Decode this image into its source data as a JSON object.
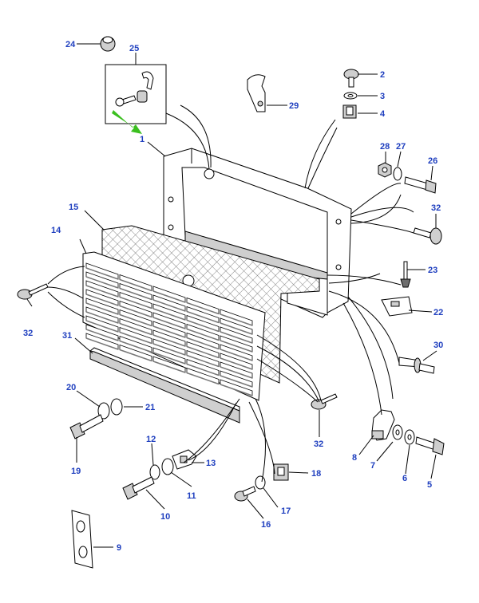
{
  "callouts": {
    "c1": "1",
    "c2": "2",
    "c3": "3",
    "c4": "4",
    "c5": "5",
    "c6": "6",
    "c7": "7",
    "c8": "8",
    "c9": "9",
    "c10": "10",
    "c11": "11",
    "c12": "12",
    "c13": "13",
    "c14": "14",
    "c15": "15",
    "c16": "16",
    "c17": "17",
    "c18": "18",
    "c19": "19",
    "c20": "20",
    "c21": "21",
    "c22": "22",
    "c23": "23",
    "c24": "24",
    "c25": "25",
    "c26": "26",
    "c27": "27",
    "c28": "28",
    "c29": "29",
    "c30": "30",
    "c32a": "32",
    "c32b": "32",
    "c32c": "32",
    "c31": "31"
  },
  "colors": {
    "callout_text": "#1f3fbf",
    "arrow": "#3bbf1f",
    "line": "#000000"
  }
}
